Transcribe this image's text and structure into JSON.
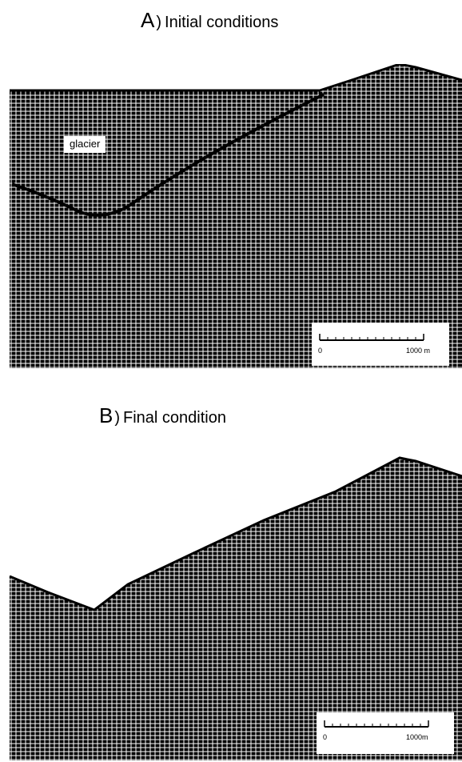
{
  "panels": [
    {
      "letter": "A",
      "title": "Initial conditions",
      "label": "glacier",
      "scale_start": "0",
      "scale_end": "1000 m"
    },
    {
      "letter": "B",
      "title": "Final condition",
      "scale_start": "0",
      "scale_end": "1000m"
    }
  ],
  "colors": {
    "mesh": "#000000",
    "background": "#ffffff"
  }
}
